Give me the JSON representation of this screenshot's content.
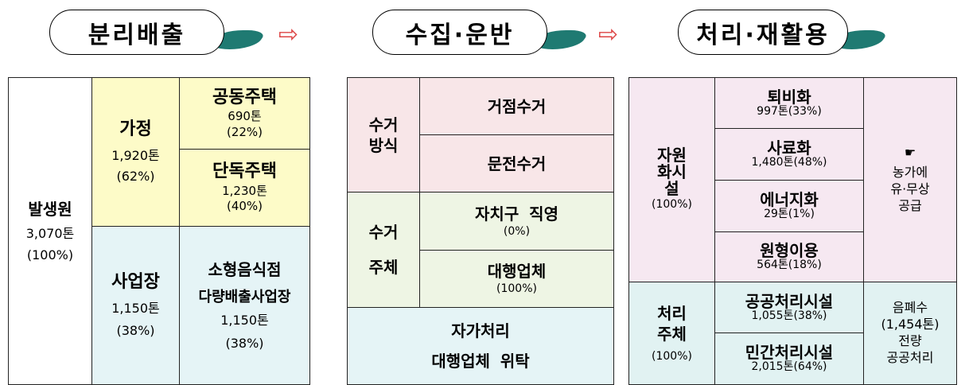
{
  "headers": {
    "step1": "분리배출",
    "step2": "수집·운반",
    "step3": "처리·재활용",
    "arrow": "⇨"
  },
  "table1": {
    "source_title": "발생원",
    "source_amount": "3,070톤",
    "source_pct": "(100%)",
    "household_title": "가정",
    "household_amount": "1,920톤",
    "household_pct": "(62%)",
    "apartment_title": "공동주택",
    "apartment_amount": "690톤",
    "apartment_pct": "(22%)",
    "detached_title": "단독주택",
    "detached_amount": "1,230톤",
    "detached_pct": "(40%)",
    "business_title": "사업장",
    "business_amount": "1,150톤",
    "business_pct": "(38%)",
    "small_rest_line1": "소형음식점",
    "small_rest_line2": "다량배출사업장",
    "small_rest_amount": "1,150톤",
    "small_rest_pct": "(38%)"
  },
  "table2": {
    "method_line1": "수거",
    "method_line2": "방식",
    "point_collect": "거점수거",
    "door_collect": "문전수거",
    "subject_line1": "수거",
    "subject_line2": "주체",
    "direct": "자치구 직영",
    "direct_pct": "(0%)",
    "agency": "대행업체",
    "agency_pct": "(100%)",
    "self_line1": "자가처리",
    "self_line2": "대행업체 위탁"
  },
  "table3": {
    "facility_line1": "자원",
    "facility_line2": "화시",
    "facility_line3": "설",
    "facility_pct": "(100%)",
    "compost": "퇴비화",
    "compost_amount": "997톤(33%)",
    "feed": "사료화",
    "feed_amount": "1,480톤(48%)",
    "energy": "에너지화",
    "energy_amount": "29톤(1%)",
    "original": "원형이용",
    "original_amount": "564톤(18%)",
    "hand_icon": "☛",
    "farm_line1": "농가에",
    "farm_line2": "유·무상",
    "farm_line3": "공급",
    "subject_line1": "처리",
    "subject_line2": "주체",
    "subject_pct": "(100%)",
    "public": "공공처리시설",
    "public_amount": "1,055톤(38%)",
    "private": "민간처리시설",
    "private_amount": "2,015톤(64%)",
    "waste_line1": "음폐수",
    "waste_line2": "(1,454톤)",
    "waste_line3": "전량",
    "waste_line4": "공공처리"
  }
}
